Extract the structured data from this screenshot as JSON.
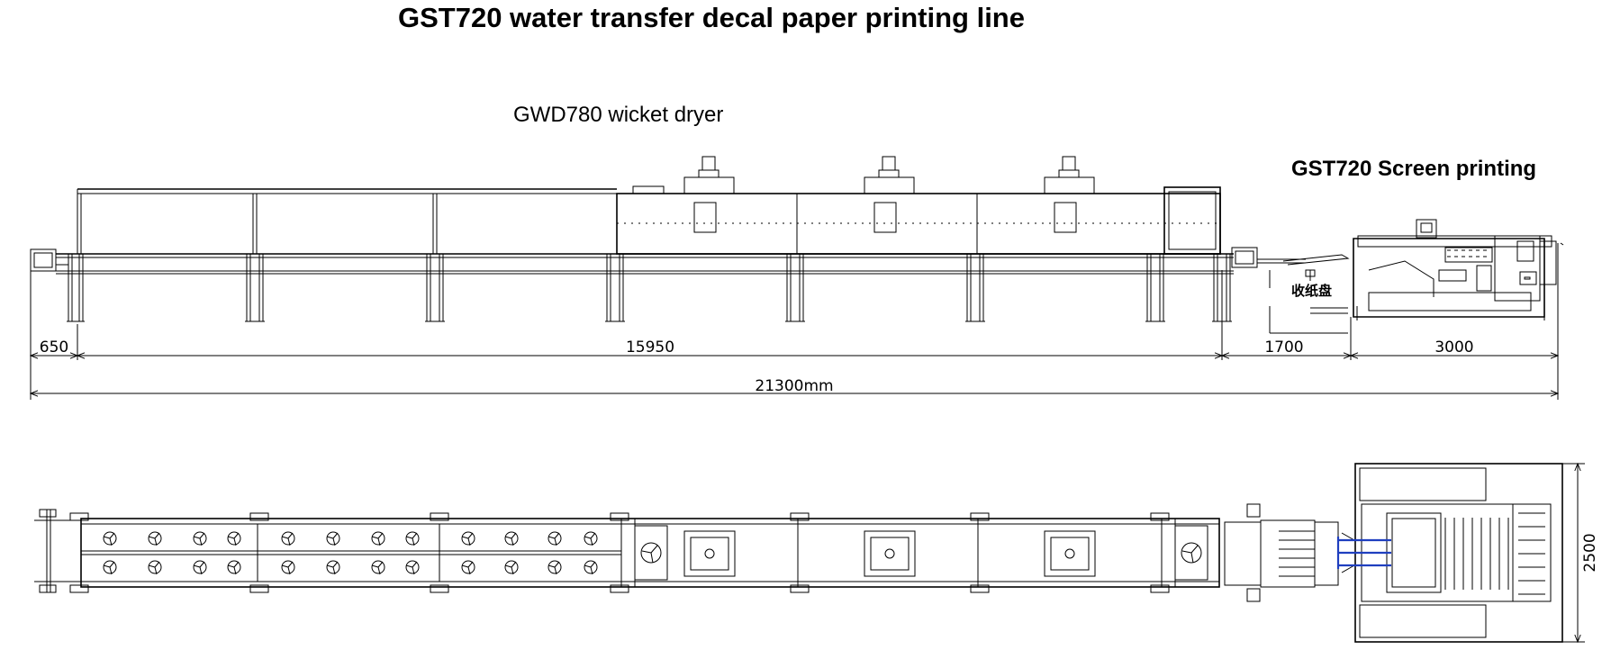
{
  "title": "GST720  water transfer decal paper printing line",
  "labels": {
    "dryer": "GWD780 wicket dryer",
    "printer": "GST720 Screen printing",
    "tray_cn": "收纸盘"
  },
  "dimensions": {
    "seg1": "650",
    "seg2": "15950",
    "seg3": "1700",
    "seg4": "3000",
    "total": "21300mm",
    "width": "2500"
  },
  "colors": {
    "line": "#000000",
    "accent": "#1f3fbf"
  }
}
